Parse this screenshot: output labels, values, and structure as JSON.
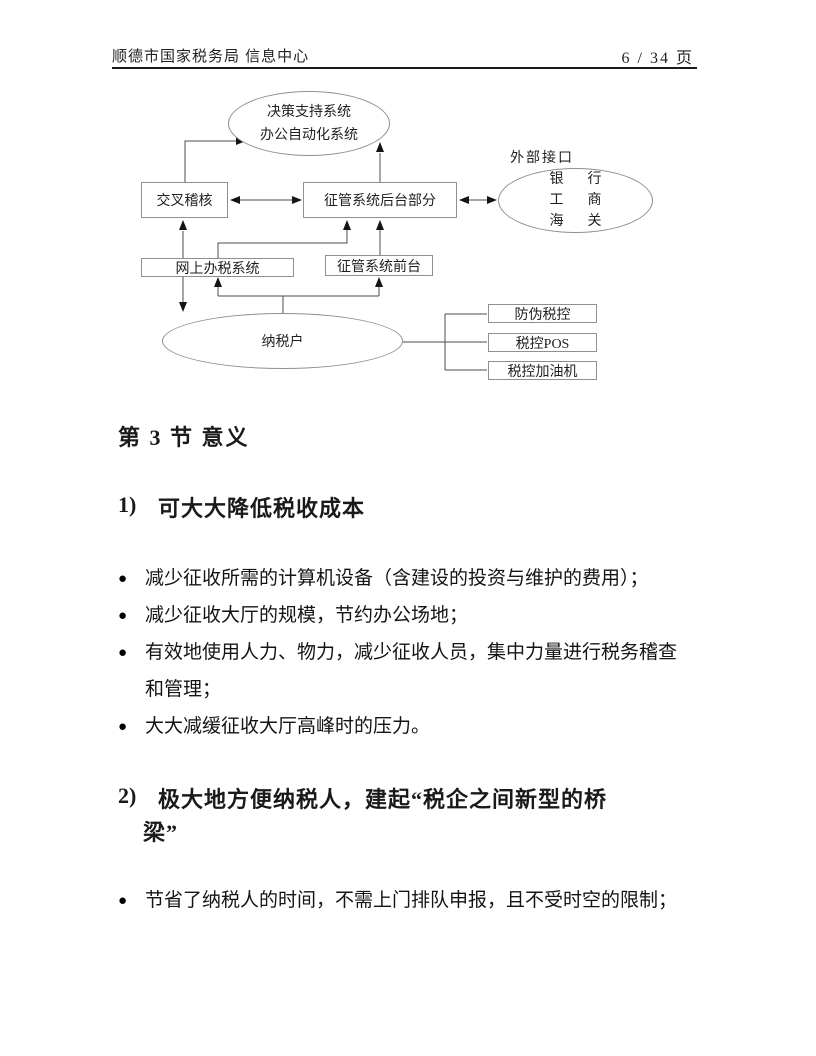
{
  "header": {
    "org": "顺德市国家税务局 信息中心",
    "page_number": "6 / 34 页"
  },
  "glyphs": {
    "bullet": "●"
  },
  "colors": {
    "text": "#1a1a1a",
    "diagram_line": "#4d4d4d",
    "box_border": "#8f8f8f",
    "background": "#ffffff"
  },
  "diagram": {
    "nodes": {
      "decision_line1": "决策支持系统",
      "decision_line2": "办公自动化系统",
      "cross_audit": "交叉稽核",
      "backend": "征管系统后台部分",
      "external_label": "外部接口",
      "external_row1": "银　行",
      "external_row2": "工　商",
      "external_row3": "海　关",
      "online_tax": "网上办税系统",
      "frontend": "征管系统前台",
      "taxpayer": "纳税户",
      "device1": "防伪税控",
      "device2": "税控POS",
      "device3": "税控加油机"
    }
  },
  "section": {
    "title": "第 3 节 意义"
  },
  "item1": {
    "number": "1)",
    "title": "可大大降低税收成本",
    "bullets": [
      "减少征收所需的计算机设备（含建设的投资与维护的费用）；",
      "减少征收大厅的规模，节约办公场地；",
      "有效地使用人力、物力，减少征收人员，集中力量进行税务稽查和管理；",
      "大大减缓征收大厅高峰时的压力。"
    ]
  },
  "item2": {
    "number": "2)",
    "title": "极大地方便纳税人，建起“税企之间新型的桥梁”",
    "bullets": [
      "节省了纳税人的时间，不需上门排队申报，且不受时空的限制；"
    ]
  }
}
